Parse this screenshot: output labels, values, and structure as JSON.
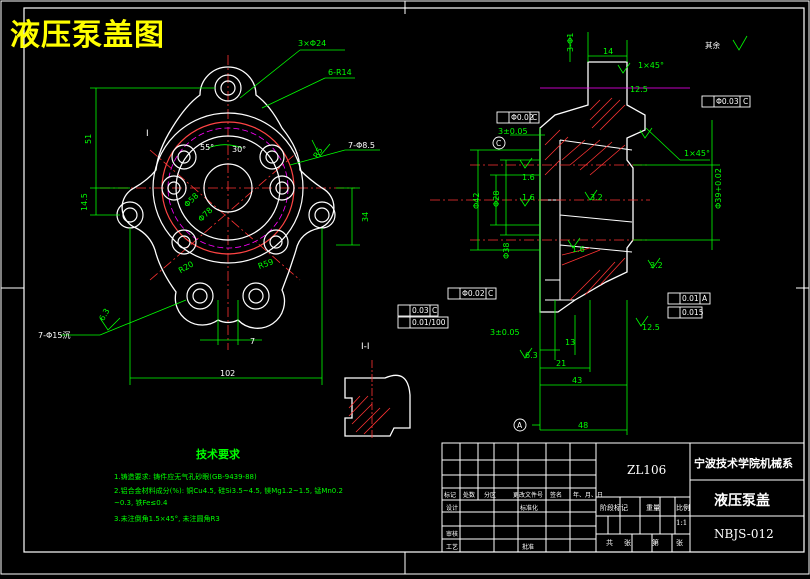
{
  "title": "液压泵盖图",
  "tech_req": {
    "heading": "技术要求",
    "lines": [
      "1.铸造要求: 铸件应无气孔砂眼(GB-9439-88)",
      "2.铝合金材料成分(%): 铜Cu4.5, 硅Si3.5~4.5, 镁Mg1.2~1.5, 锰Mn0.2",
      "~0.3, 铁Fe≤0.4",
      "3.未注倒角1.5×45°, 未注圆角R3"
    ]
  },
  "title_block": {
    "part_code": "ZL106",
    "school": "宁波技术学院机械系",
    "part_name": "液压泵盖",
    "drawing_no": "NBJS-012",
    "scale": "1:1",
    "row_labels": [
      "标记",
      "处数",
      "分区",
      "更改文件号",
      "签名",
      "年、月、日"
    ],
    "design": "设计",
    "standard": "标准化",
    "review": "审核",
    "process": "工艺",
    "approve": "批准",
    "stage_mark": "阶段标记",
    "weight": "重量",
    "scale_label": "比例",
    "sheet_info": [
      "共",
      "张",
      "第",
      "张"
    ]
  },
  "dims_front": [
    "3×Φ24",
    "6-R14",
    "51",
    "14.5",
    "55°",
    "30°",
    "R5",
    "7-Φ8.5",
    "Φ58",
    "Φ78",
    "R20",
    "R59",
    "34",
    "7",
    "102",
    "7-Φ15沉",
    "6.3"
  ],
  "dims_side": [
    "3-Φ1",
    "14",
    "1×45°",
    "12.5",
    "Φ0.03",
    "C",
    "Φ0.02",
    "3±0.05",
    "1.6",
    "3.2",
    "1×45°",
    "Φ39+0.02",
    "Φ42",
    "Φ28",
    "Φ38",
    "Φ0.02",
    "0.03",
    "0.01/100",
    "0.01",
    "A",
    "0.015",
    "3±0.05",
    "6.3",
    "21",
    "13",
    "43",
    "48",
    "12.5",
    "3.2",
    "1.6"
  ],
  "section_label": "I-I",
  "view_mark": "I",
  "roughness_note": "其余"
}
